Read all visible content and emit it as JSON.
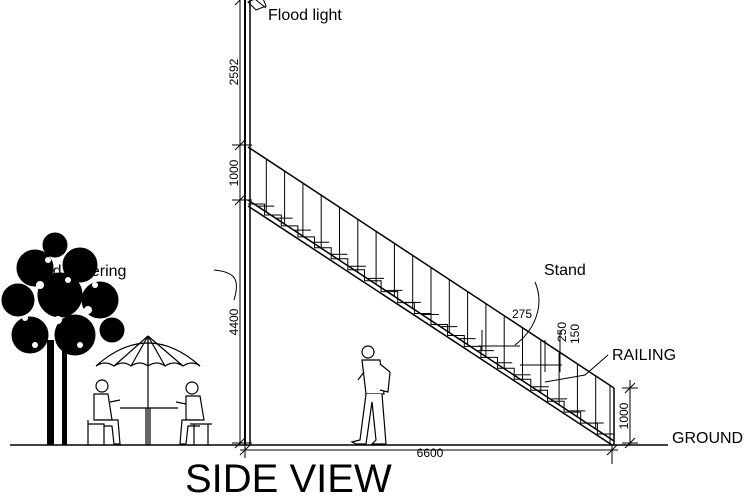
{
  "title": "SIDE VIEW",
  "labels": {
    "flood_light": "Flood light",
    "wood_covering": "Wood covering",
    "stand": "Stand",
    "railing": "RAILING",
    "ground": "GROUND"
  },
  "dimensions": {
    "pole_top": "2592",
    "railing_height_left": "1000",
    "pole_base": "4400",
    "stair_length": "6600",
    "tread": "275",
    "riser": "250",
    "stringer": "150",
    "railing_height_right": "1000"
  },
  "colors": {
    "line": "#000000",
    "background": "#ffffff"
  }
}
